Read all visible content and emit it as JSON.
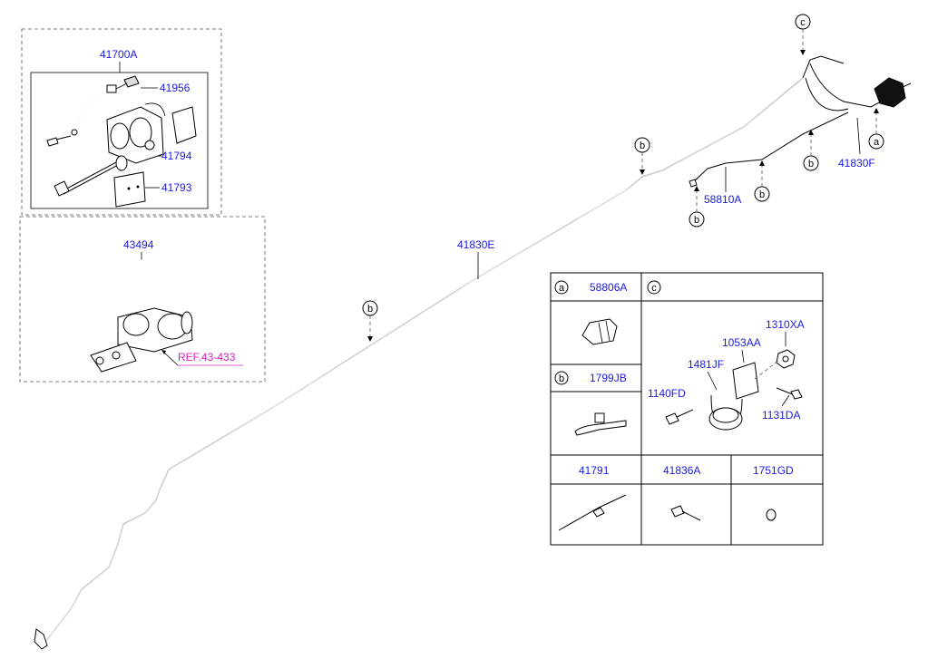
{
  "parts": {
    "p41700A": "41700A",
    "p41956": "41956",
    "p41794": "41794",
    "p41793": "41793",
    "p43494": "43494",
    "ref": "REF.43-433",
    "p41830E": "41830E",
    "p41830F": "41830F",
    "p58810A": "58810A"
  },
  "markers": {
    "a": "a",
    "b": "b",
    "c": "c"
  },
  "table": {
    "a_label": "a",
    "a_part": "58806A",
    "b_label": "b",
    "b_part": "1799JB",
    "c_label": "c",
    "c_parts": {
      "p1310XA": "1310XA",
      "p1053AA": "1053AA",
      "p1481JF": "1481JF",
      "p1140FD": "1140FD",
      "p1131DA": "1131DA"
    },
    "bottom": [
      "41791",
      "41836A",
      "1751GD"
    ]
  }
}
